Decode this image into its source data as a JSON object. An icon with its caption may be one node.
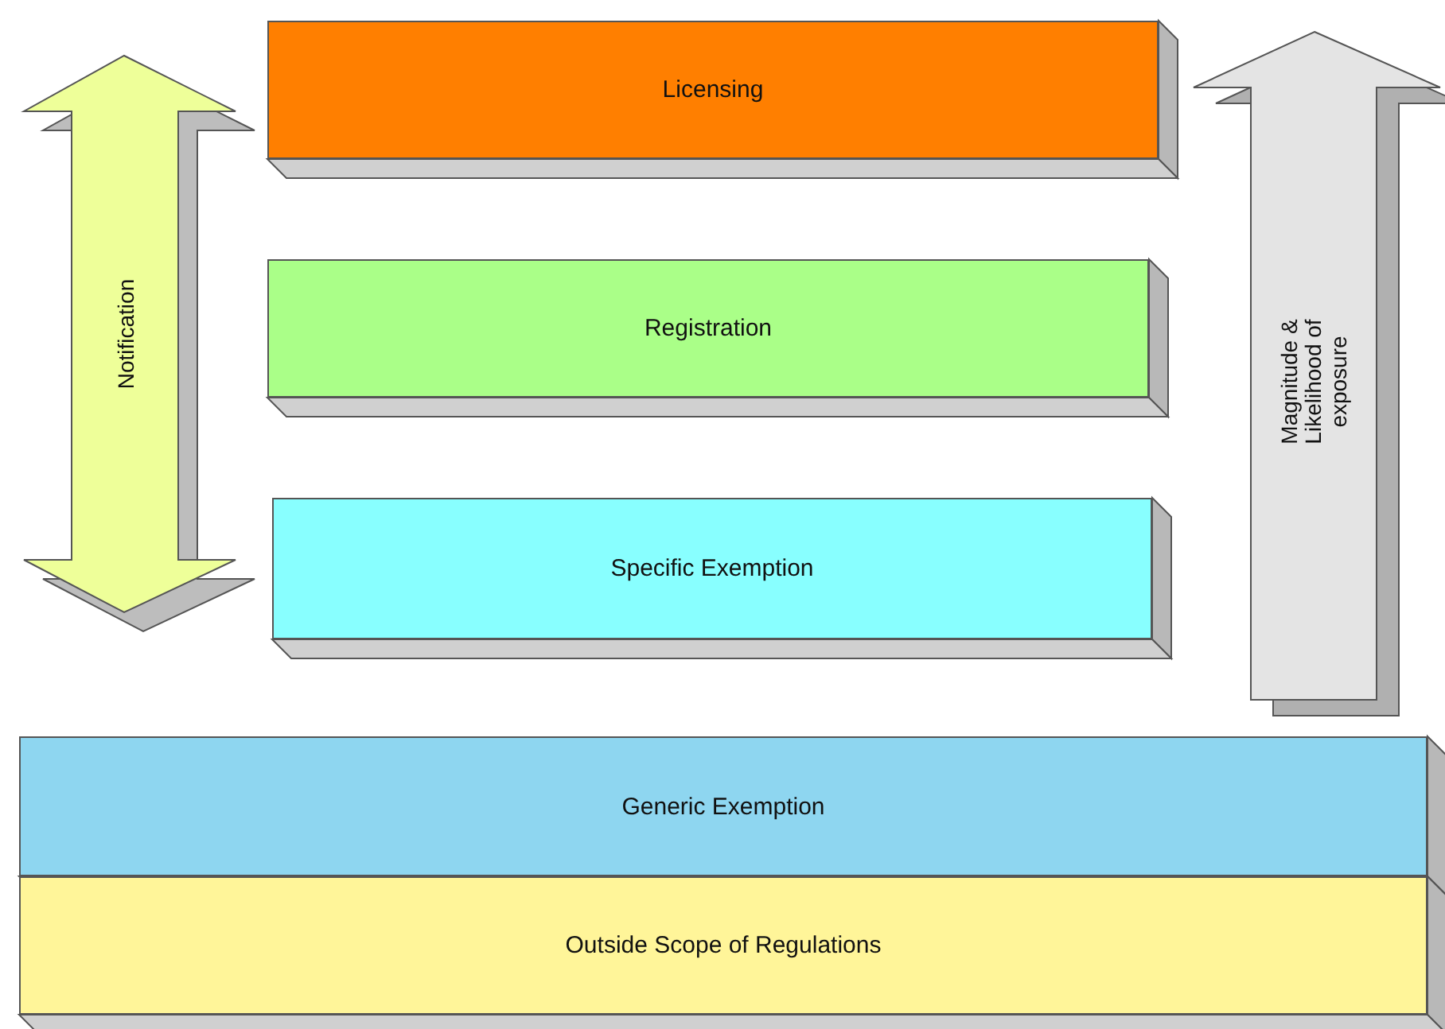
{
  "diagram": {
    "nodes": [
      {
        "text": [
          "Licensing"
        ]
      },
      {
        "text": [
          "Registration"
        ]
      },
      {
        "text": [
          "Specific Exemption"
        ]
      },
      {
        "text": [
          "Generic Exemption"
        ]
      },
      {
        "text": [
          "Outside Scope of Regulations"
        ]
      }
    ],
    "labels": [
      "Notification",
      "Magnitude & Likelihood of exposure"
    ]
  }
}
